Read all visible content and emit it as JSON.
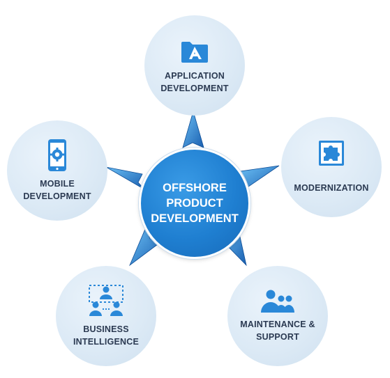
{
  "center": {
    "label": "OFFSHORE\nPRODUCT\nDEVELOPMENT"
  },
  "nodes": {
    "application": {
      "label": "APPLICATION\nDEVELOPMENT",
      "icon": "folder-app-icon"
    },
    "mobile": {
      "label": "MOBILE\nDEVELOPMENT",
      "icon": "mobile-gear-icon"
    },
    "modernization": {
      "label": "MODERNIZATION",
      "icon": "puzzle-icon"
    },
    "business": {
      "label": "BUSINESS\nINTELLIGENCE",
      "icon": "network-people-icon"
    },
    "maintenance": {
      "label": "MAINTENANCE &\nSUPPORT",
      "icon": "people-group-icon"
    }
  },
  "colors": {
    "accent": "#1f7fd1",
    "icon": "#2a88d8",
    "node_bg": "#dbe9f5",
    "text": "#2b3a52"
  }
}
